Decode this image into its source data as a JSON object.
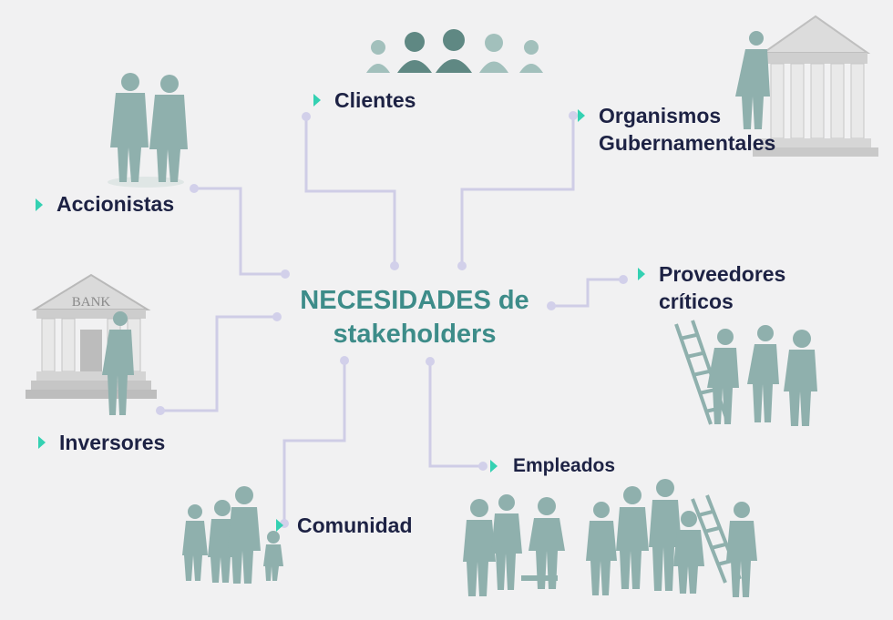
{
  "center": {
    "line1": "NECESIDADES de",
    "line2": "stakeholders"
  },
  "stakeholders": {
    "clientes": "Clientes",
    "organismos_line1": "Organismos",
    "organismos_line2": "Gubernamentales",
    "accionistas": "Accionistas",
    "proveedores_line1": "Proveedores",
    "proveedores_line2": "críticos",
    "inversores": "Inversores",
    "empleados": "Empleados",
    "comunidad": "Comunidad"
  },
  "illustrations": {
    "bank_sign": "BANK"
  },
  "colors": {
    "connector": "#cfcde6",
    "title": "#3d8c89",
    "label": "#1d2244",
    "arrow": "#34d1b2",
    "silhouette": "#8fb0ad"
  }
}
